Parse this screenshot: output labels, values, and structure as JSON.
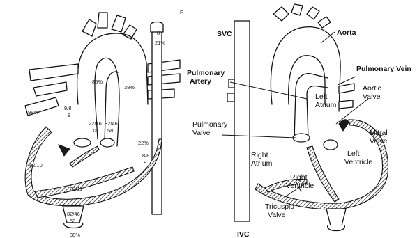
{
  "left_panel": {
    "corner_mark": "F",
    "saturations": {
      "svc_top": "21%",
      "svc_pressure": "8",
      "aorta": "85%",
      "pa": "38%",
      "pv": "99%",
      "la_pressure": "9/8",
      "la_pressure_mean": "8",
      "pa_pressure": "22/16",
      "pa_pressure_mean": "18",
      "ao_pressure": "82/46",
      "ao_pressure_mean": "58",
      "ra_sat": "22%",
      "ra_pressure": "8/8",
      "ra_pressure_mean": "8",
      "lv_pressure": "82/10",
      "rv_pressure": "82/11",
      "ivc_pressure": "82/46",
      "ivc_pressure_mean": "58",
      "ivc_sat": "38%"
    }
  },
  "right_panel": {
    "labels": {
      "svc": "SVC",
      "aorta": "Aorta",
      "pulmonary_artery": "Pulmonary\nArtery",
      "pulmonary_vein": "Pulmonary Vein",
      "left_atrium": "Left\nAtrium",
      "aortic_valve": "Aortic\nValve",
      "pulmonary_valve": "Pulmonary\nValve",
      "mitral_valve": "Mitral\nValve",
      "right_atrium": "Right\nAtrium",
      "left_ventricle": "Left\nVentricle",
      "right_ventricle": "Right\nVentricle",
      "tricuspid_valve": "Tricuspid\nValve",
      "ivc": "IVC"
    }
  }
}
